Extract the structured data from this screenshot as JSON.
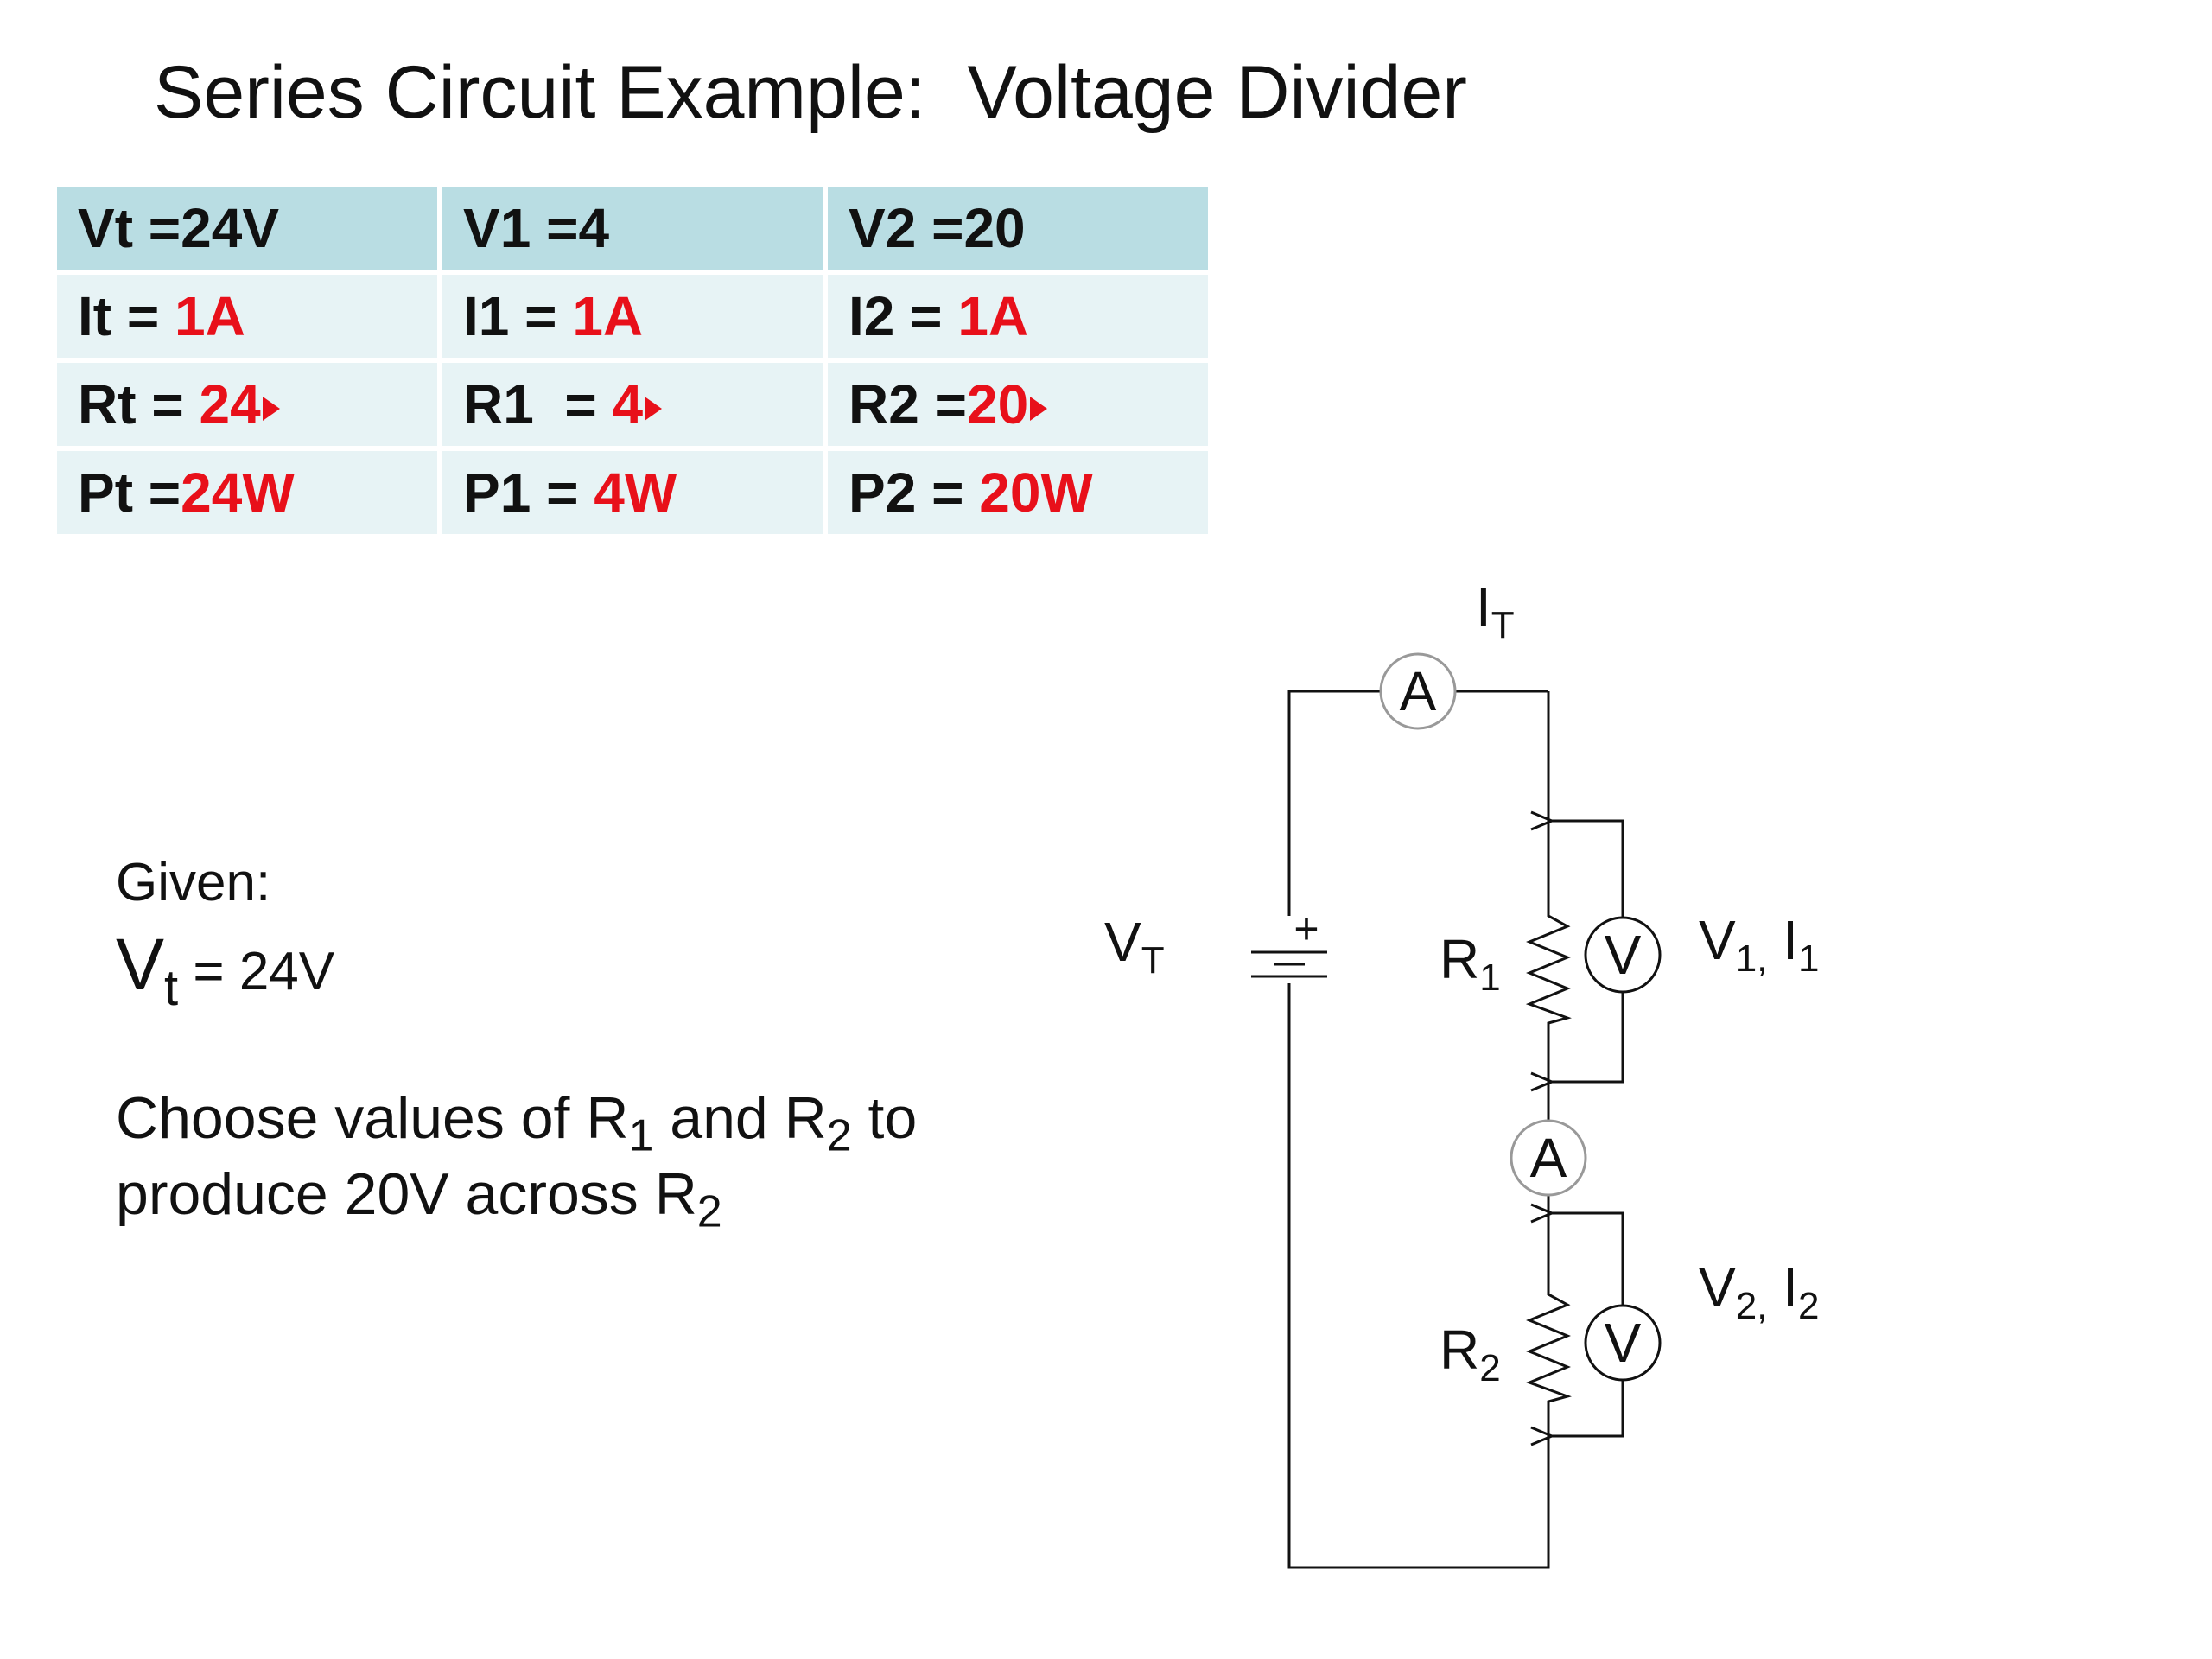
{
  "title": "Series Circuit Example:  Voltage Divider",
  "table": {
    "rows": [
      [
        {
          "label": "Vt =",
          "value": "24V",
          "value_color": "#111111"
        },
        {
          "label": "V1 =",
          "value": "4",
          "value_color": "#111111"
        },
        {
          "label": "V2 =",
          "value": "20",
          "value_color": "#111111"
        }
      ],
      [
        {
          "label": "It = ",
          "value": "1A",
          "value_color": "#e8101a"
        },
        {
          "label": "I1 = ",
          "value": "1A",
          "value_color": "#e8101a"
        },
        {
          "label": "I2 = ",
          "value": "1A",
          "value_color": "#e8101a"
        }
      ],
      [
        {
          "label": "Rt = ",
          "value": "24",
          "value_color": "#e8101a"
        },
        {
          "label": "R1  = ",
          "value": "4",
          "value_color": "#e8101a"
        },
        {
          "label": "R2 =",
          "value": "20",
          "value_color": "#e8101a"
        }
      ],
      [
        {
          "label": "Pt =",
          "value": "24W",
          "value_color": "#e8101a"
        },
        {
          "label": "P1 = ",
          "value": "4W",
          "value_color": "#e8101a"
        },
        {
          "label": "P2 = ",
          "value": "20W",
          "value_color": "#e8101a"
        }
      ]
    ],
    "header_color": "#b9dde3",
    "body_color": "#e7f3f5"
  },
  "given": {
    "label": "Given:",
    "vt_symbol": "V",
    "vt_sub": "t",
    "vt_value": " = 24V"
  },
  "instruction": {
    "part1": "Choose values of R",
    "sub1": "1",
    "part2": " and R",
    "sub2": "2",
    "part3": " to produce 20V across R",
    "sub3": "2"
  },
  "circuit": {
    "ammeter_symbol": "A",
    "voltmeter_symbol": "V",
    "battery_plus": "+",
    "it_label": {
      "main": "I",
      "sub": "T"
    },
    "vt_label": {
      "main": "V",
      "sub": "T"
    },
    "r1_label": {
      "main": "R",
      "sub": "1"
    },
    "r2_label": {
      "main": "R",
      "sub": "2"
    },
    "v1i1_label": {
      "v": "V",
      "vsub": "1,",
      "i": " I",
      "isub": "1"
    },
    "v2i2_label": {
      "v": "V",
      "vsub": "2,",
      "i": " I",
      "isub": "2"
    }
  }
}
